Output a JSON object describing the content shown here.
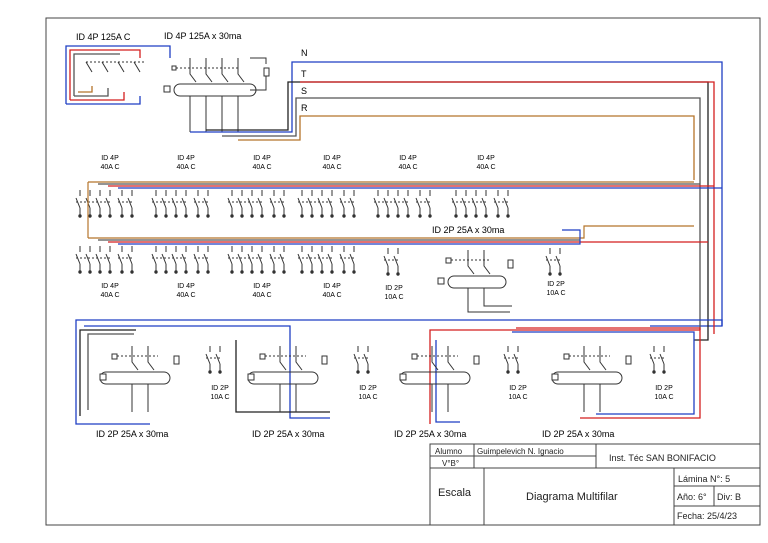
{
  "header": {
    "main_breaker_label": "ID 4P 125A  C",
    "main_rcd_label": "ID 4P 125A x 30ma"
  },
  "bus_labels": {
    "n": "N",
    "t": "T",
    "s": "S",
    "r": "R"
  },
  "row1_breakers": [
    {
      "l1": "ID 4P",
      "l2": "40A C"
    },
    {
      "l1": "ID 4P",
      "l2": "40A C"
    },
    {
      "l1": "ID 4P",
      "l2": "40A C"
    },
    {
      "l1": "ID 4P",
      "l2": "40A C"
    },
    {
      "l1": "ID 4P",
      "l2": "40A C"
    },
    {
      "l1": "ID 4P",
      "l2": "40A C"
    }
  ],
  "row2_breakers": [
    {
      "l1": "ID 4P",
      "l2": "40A C"
    },
    {
      "l1": "ID 4P",
      "l2": "40A C"
    },
    {
      "l1": "ID 4P",
      "l2": "40A C"
    },
    {
      "l1": "ID 4P",
      "l2": "40A C"
    },
    {
      "l1": "ID 2P",
      "l2": "10A C"
    },
    {
      "l1": "ID 2P",
      "l2": "10A C"
    }
  ],
  "row2_rcd_label": "ID 2P 25A x 30ma",
  "bottom_small_breakers": [
    {
      "l1": "ID 2P",
      "l2": "10A C"
    },
    {
      "l1": "ID 2P",
      "l2": "10A C"
    },
    {
      "l1": "ID 2P",
      "l2": "10A C"
    },
    {
      "l1": "ID 2P",
      "l2": "10A C"
    }
  ],
  "bottom_rcd_labels": [
    "ID 2P 25A x 30ma",
    "ID 2P 25A x 30ma",
    "ID 2P 25A x 30ma",
    "ID 2P 25A x 30ma"
  ],
  "title_block": {
    "alumno_label": "Alumno",
    "alumno_value": "Guimpelevich N. Ignacio",
    "vb_label": "V°B°",
    "institution": "Inst. Téc SAN BONIFACIO",
    "lamina": "Lámina N°: 5",
    "escala_label": "Escala",
    "drawing_title": "Diagrama Multifilar",
    "anio": "Año: 6°",
    "div": "Div: B",
    "fecha": "Fecha: 25/4/23"
  },
  "colors": {
    "neutral": "#1f3fc4",
    "phase_t": "#222222",
    "phase_s": "#555555",
    "phase_r": "#d41f1f",
    "feeder": "#b5742a",
    "ground": "#2aa198"
  }
}
